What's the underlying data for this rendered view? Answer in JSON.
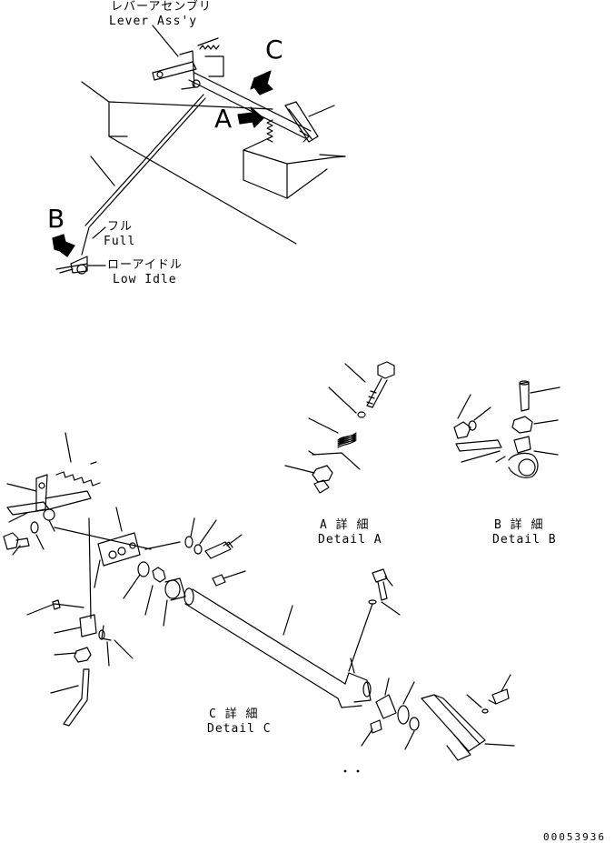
{
  "overview": {
    "lever_assy_jp": "レバーアセンブリ",
    "lever_assy_en": "Lever Ass'y",
    "view_a": "A",
    "view_b": "B",
    "view_c": "C",
    "full_jp": "フル",
    "full_en": "Full",
    "low_idle_jp": "ローアイドル",
    "low_idle_en": "Low Idle"
  },
  "details": {
    "a_jp": "A 詳 細",
    "a_en": "Detail A",
    "b_jp": "B 詳 細",
    "b_en": "Detail B",
    "c_jp": "C 詳 細",
    "c_en": "Detail C"
  },
  "document_number": "00053936"
}
